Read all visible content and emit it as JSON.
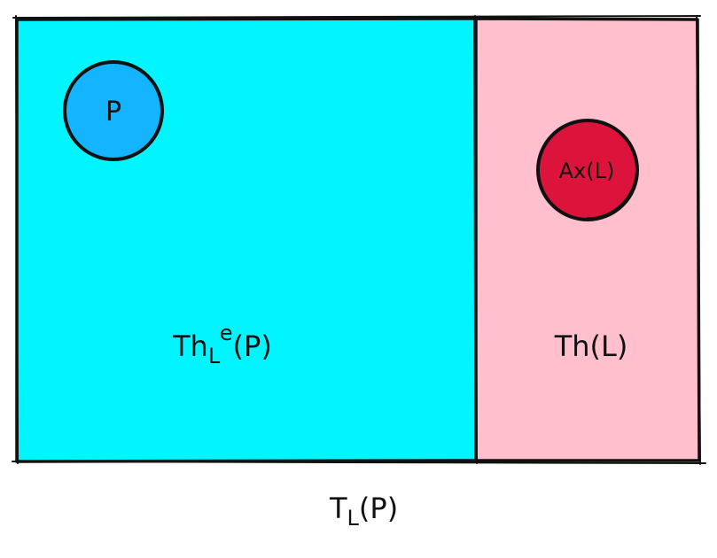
{
  "colors": {
    "left_region": "#00f5ff",
    "right_region": "#ffbfcc",
    "circle_p": "#14b4ff",
    "circle_ax": "#dc143c",
    "stroke": "#111111"
  },
  "regions": {
    "left": {
      "label_main": "Th",
      "label_sub": "L",
      "label_sup": "e",
      "label_tail": "(P)"
    },
    "right": {
      "label": "Th(L)"
    }
  },
  "circles": {
    "p": {
      "label": "P"
    },
    "ax": {
      "label": "Ax(L)"
    }
  },
  "outer": {
    "label_main": "T",
    "label_sub": "L",
    "label_tail": "(P)"
  }
}
